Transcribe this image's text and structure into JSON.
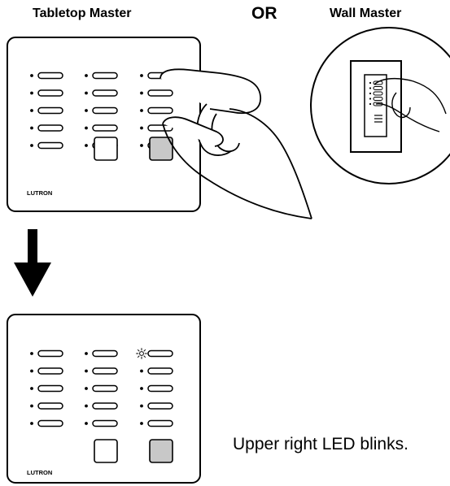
{
  "labels": {
    "tabletop": "Tabletop Master",
    "or": "OR",
    "wall": "Wall Master",
    "caption": "Upper right LED blinks."
  },
  "panel": {
    "brand": "LUTRON",
    "columns": 3,
    "rows": 5,
    "square_buttons": 2,
    "highlighted_button_color": "#c8c8c8"
  },
  "colors": {
    "outline": "#000000",
    "background": "#ffffff"
  },
  "steps": [
    {
      "name": "press-top-and-bottom-right-buttons"
    },
    {
      "name": "upper-right-led-blinks"
    }
  ]
}
